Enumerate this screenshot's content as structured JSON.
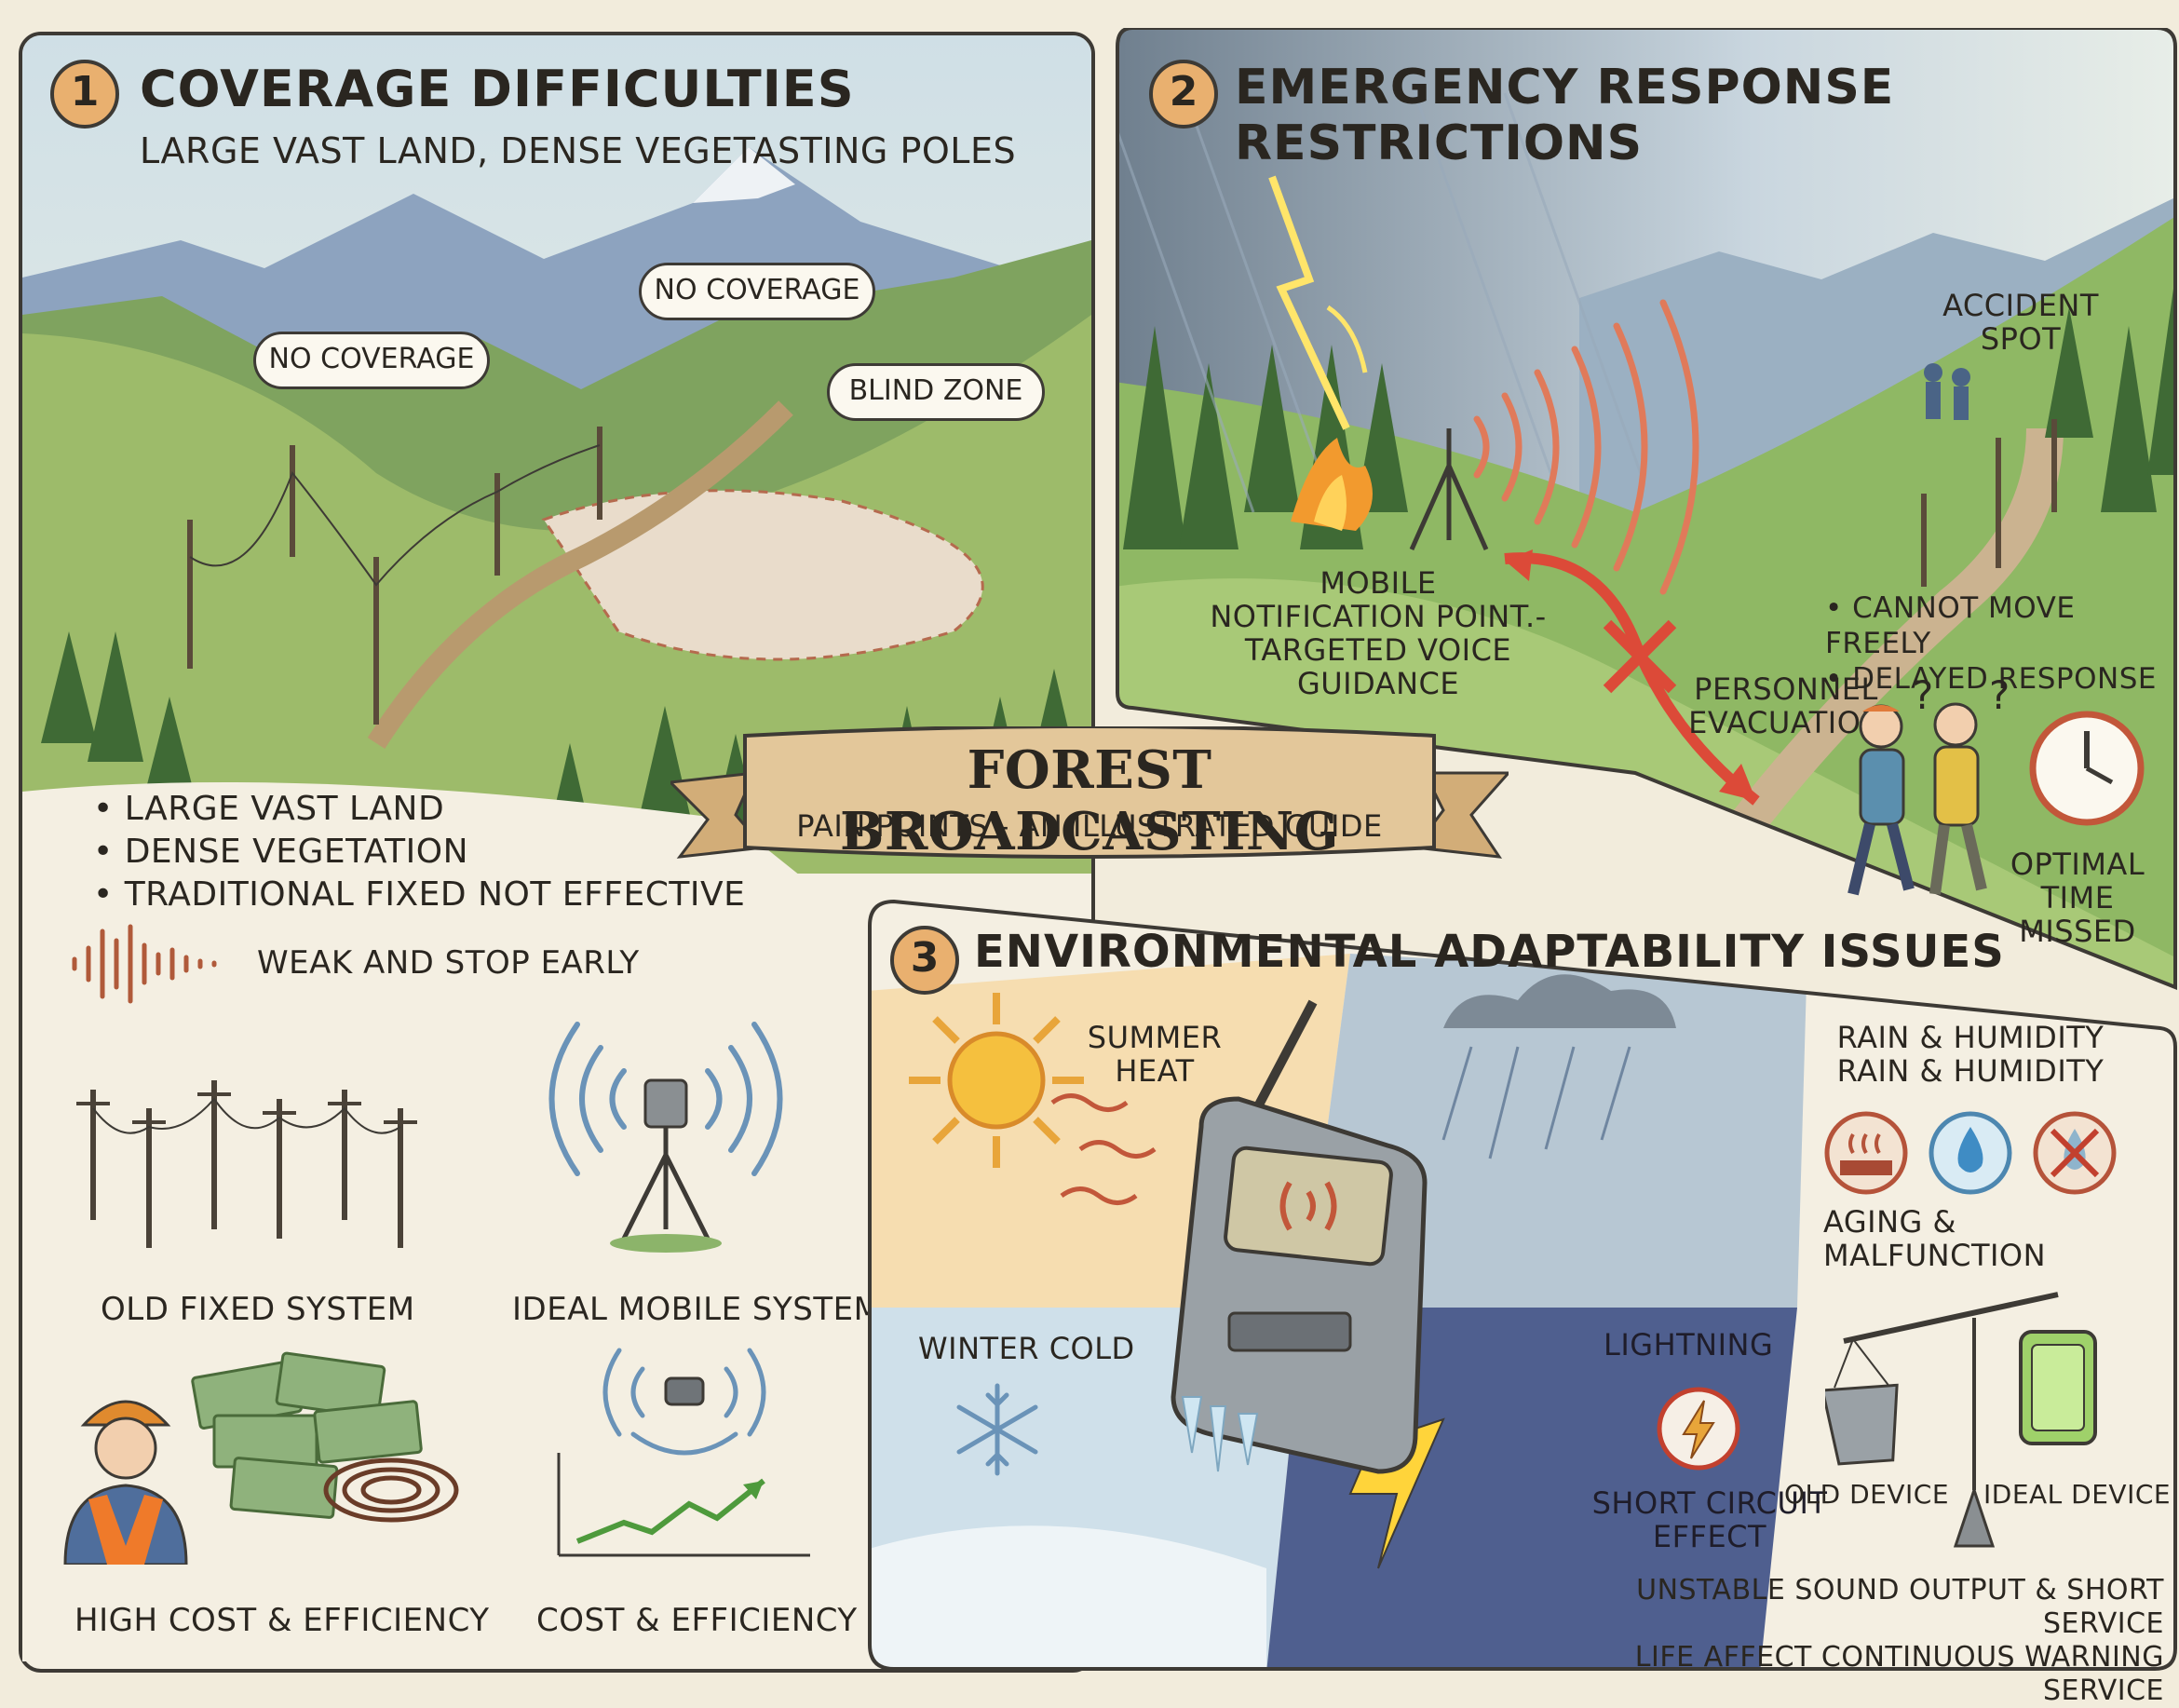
{
  "colors": {
    "background": "#f2ecdc",
    "badge": "#e9b06f",
    "outline": "#3d3a35",
    "banner": "#e3c79a",
    "arrow": "#d9553b",
    "forest": "#4f7a3e",
    "sky": "#a8c4d8"
  },
  "banner": {
    "title": "FOREST BROADCASTING",
    "subtitle": "PAIN POINTS - AN ILLUSTRATED GUIDE"
  },
  "section1": {
    "number": "1",
    "title": "COVERAGE DIFFICULTIES",
    "subtitle": "LARGE VAST LAND,  DENSE VEGETASTING POLES",
    "bubbles": [
      "NO COVERAGE",
      "NO COVERAGE",
      "BLIND ZONE"
    ],
    "bullets": [
      "LARGE VAST LAND",
      "DENSE VEGETATION",
      "TRADITIONAL FIXED NOT EFFECTIVE"
    ],
    "signal_label": "WEAK AND STOP EARLY",
    "old_system_label": "OLD FIXED SYSTEM",
    "ideal_system_label": "IDEAL MOBILE SYSTEM",
    "high_cost_label": "HIGH COST & EFFICIENCY",
    "cost_label": "COST & EFFICIENCY"
  },
  "section2": {
    "number": "2",
    "title": "EMERGENCY RESPONSE RESTRICTIONS",
    "accident_label": "ACCIDENT\nSPOT",
    "notification_label": "MOBILE\nNOTIFICATION POINT.-\nTARGETED VOICE\nGUIDANCE",
    "bullets": [
      "CANNOT MOVE FREELY",
      "DELAYED RESPONSE"
    ],
    "evacuation_label": "PERSONNEL\nEVACUATION",
    "question_marks": [
      "?",
      "?"
    ],
    "time_label": "OPTIMAL\nTIME MISSED"
  },
  "section3": {
    "number": "3",
    "title": "ENVIRONMENTAL ADAPTABILITY ISSUES",
    "summer_label": "SUMMER\nHEAT",
    "rain_label": "RAIN & HUMIDITY\nRAIN & HUMIDITY",
    "aging_label": "AGING & MALFUNCTION",
    "winter_label": "WINTER COLD",
    "lightning_label": "LIGHTNING",
    "short_circuit_label": "SHORT CIRCUIT\nEFFECT",
    "old_device_label": "OLD DEVICE",
    "ideal_device_label": "IDEAL DEVICE",
    "footer_note": "UNSTABLE SOUND OUTPUT & SHORT SERVICE\nLIFE AFFECT CONTINUOUS WARNING SERVICE"
  },
  "icons": [
    "sun-icon",
    "snowflake-icon",
    "lightning-icon",
    "droplet-icon",
    "heat-icon",
    "no-water-icon",
    "clock-icon",
    "tower-icon",
    "radio-icon",
    "worker-icon",
    "money-icon",
    "growth-chart-icon",
    "balance-scale-icon"
  ]
}
